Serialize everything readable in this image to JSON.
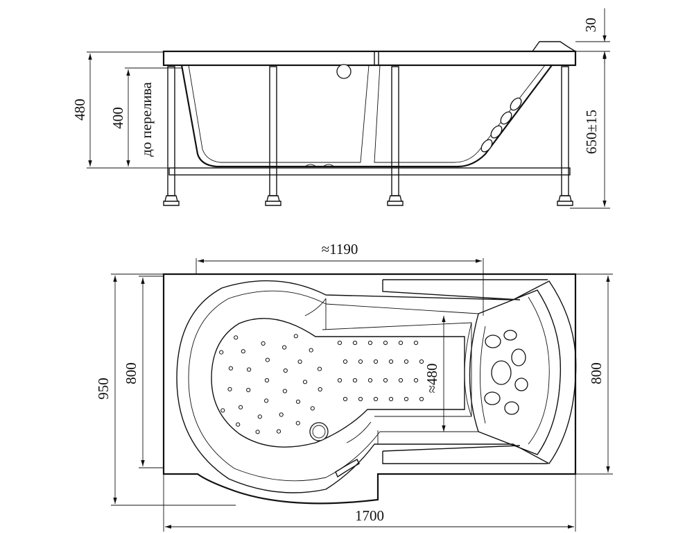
{
  "side_view": {
    "dims": {
      "rim": "30",
      "total_height": "480",
      "overflow_height": "400",
      "overflow_caption": "до перелива",
      "leg_height": "650±15"
    }
  },
  "top_view": {
    "dims": {
      "basin_length": "≈1190",
      "width": "950",
      "inner_width_left": "800",
      "inner_width_right": "800",
      "narrow_width": "≈480",
      "length": "1700"
    }
  }
}
